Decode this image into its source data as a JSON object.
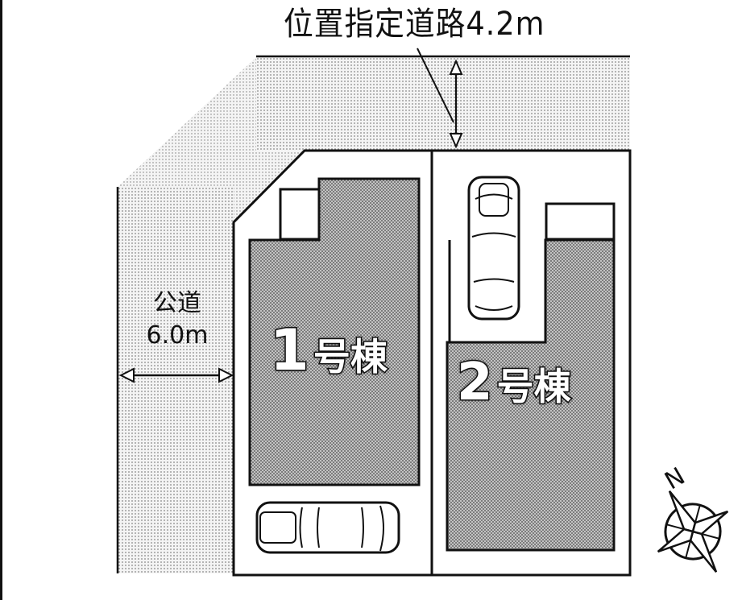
{
  "diagram": {
    "type": "site-plan",
    "colors": {
      "line": "#111111",
      "road_fill": "#f0f0f0",
      "building_fill": "#d8d8d8",
      "lot_fill": "#ffffff"
    },
    "roads": {
      "top": {
        "label": "位置指定道路4.2m",
        "name": "位置指定道路",
        "width": "4.2m"
      },
      "left": {
        "label_line1": "公道",
        "label_line2": "6.0m",
        "name": "公道",
        "width": "6.0m"
      }
    },
    "lots": [
      {
        "id": "1",
        "label": "1号棟",
        "number": "1",
        "suffix": "号棟",
        "parking": "car-horizontal"
      },
      {
        "id": "2",
        "label": "2号棟",
        "number": "2",
        "suffix": "号棟",
        "parking": "car-vertical"
      }
    ],
    "compass": {
      "label": "N"
    }
  }
}
